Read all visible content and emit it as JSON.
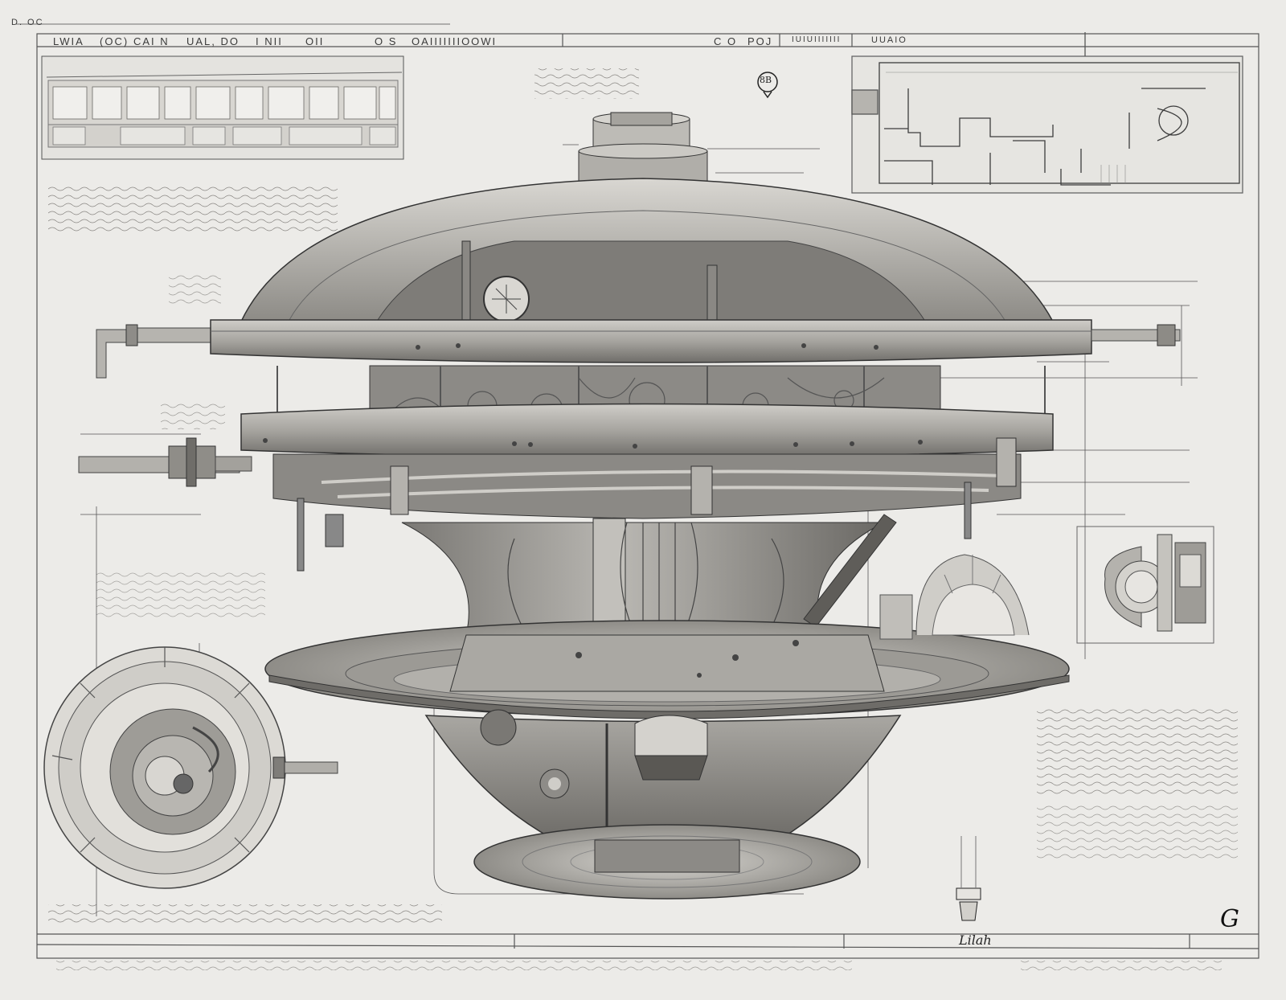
{
  "sheet": {
    "type": "technical blueprint",
    "subject": "cutaway of a domed multi-tier circular station/machine",
    "palette": {
      "paper": "#ecebe8",
      "line": "#3a3a3a",
      "metal_light": "#c9c7c2",
      "metal_mid": "#9c9a95",
      "metal_dark": "#5e5c58",
      "shadow": "#3f3e3b"
    }
  },
  "title_block": {
    "corner_mark": "D. OC",
    "segments": [
      "LWIA",
      "(OC)",
      "CAI N",
      "UAL, DO",
      "I NII",
      "OII",
      "O S",
      "OAIIIIIIIOOWI",
      "C O",
      "POJ",
      "IUIUIIIIIII",
      "UUAIO"
    ],
    "legibility": "pseudo-text (not readable)"
  },
  "callouts": {
    "bubble_label": "8B",
    "corner_glyph": "G",
    "signature": "Lilah"
  },
  "views": [
    {
      "name": "top-left-elevation-strip",
      "kind": "long elevation with windows"
    },
    {
      "name": "top-right-floor-plan",
      "kind": "floor plan"
    },
    {
      "name": "center-cutaway",
      "kind": "main domed station cross-section"
    },
    {
      "name": "bottom-left-radial-section",
      "kind": "circular top-down section"
    },
    {
      "name": "right-dome-detail",
      "kind": "arched dome detail"
    },
    {
      "name": "right-cylinder-section",
      "kind": "cylindrical mechanism section"
    },
    {
      "name": "right-pedestal-detail",
      "kind": "small pedestal/cup detail"
    }
  ],
  "notes_blocks": {
    "count_visible": 8,
    "legibility": "pseudo-text (not readable)"
  }
}
